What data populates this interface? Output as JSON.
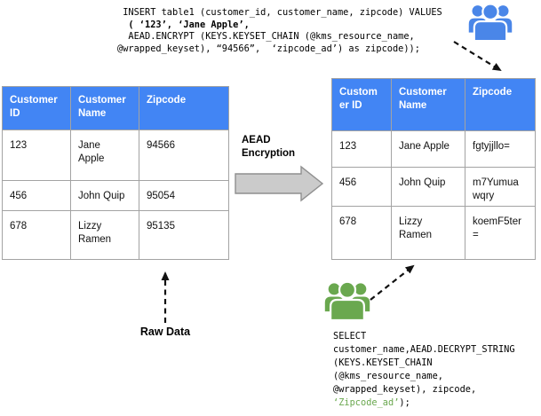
{
  "colors": {
    "table-header-blue": "#4285F4",
    "table-border": "#A3A3A3",
    "users-blue": "#4A86E8",
    "users-green": "#6AA84F",
    "code-green": "#6AA84F",
    "arrow-fill": "#CBCBCB",
    "arrow-stroke": "#8F8F8F"
  },
  "insert_query": {
    "line1": " INSERT table1 (customer_id, customer_name, zipcode) VALUES",
    "line2": "  ( ‘123’, ‘Jane Apple’,",
    "line3": "  AEAD.ENCRYPT (KEYS.KEYSET_CHAIN (@kms_resource_name,",
    "line4": "@wrapped_keyset), “94566”,  ‘zipcode_ad’) as zipcode));"
  },
  "raw_table": {
    "headers": [
      "Customer ID",
      "Customer Name",
      "Zipcode"
    ],
    "rows": [
      [
        "123",
        "Jane Apple",
        "94566"
      ],
      [
        "456",
        "John Quip",
        "95054"
      ],
      [
        "678",
        "Lizzy Ramen",
        "95135"
      ]
    ]
  },
  "encrypted_table": {
    "headers": [
      "Customer ID",
      "Customer Name",
      "Zipcode"
    ],
    "rows": [
      [
        "123",
        "Jane Apple",
        "fgtyjjllo="
      ],
      [
        "456",
        "John Quip",
        "m7Yumuawqry"
      ],
      [
        "678",
        "Lizzy Ramen",
        "koemF5ter="
      ]
    ]
  },
  "labels": {
    "process_line1": "AEAD",
    "process_line2": "Encryption",
    "raw_data": "Raw Data"
  },
  "select_query": {
    "line1": "SELECT",
    "line2": "customer_name,AEAD.DECRYPT_STRING",
    "line3": "(KEYS.KEYSET_CHAIN",
    "line4": "(@kms_resource_name,",
    "line5": "@wrapped_keyset), zipcode,",
    "line6_literal": "‘Zipcode_ad’",
    "line6_rest": ");"
  },
  "icons": {
    "users_blue": "users-icon",
    "users_green": "users-icon"
  }
}
